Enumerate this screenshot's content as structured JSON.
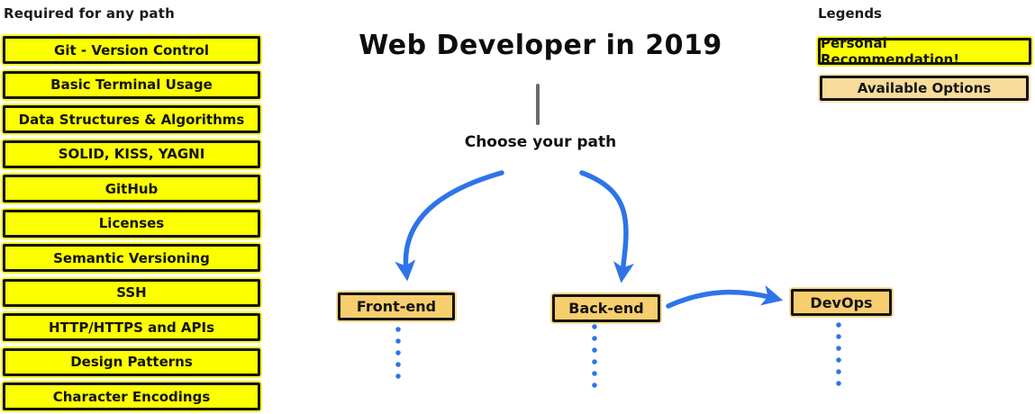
{
  "page": {
    "title": "Web Developer in 2019",
    "choose_prompt": "Choose your path"
  },
  "required_section": {
    "heading": "Required for any path",
    "items": [
      "Git - Version Control",
      "Basic Terminal Usage",
      "Data Structures & Algorithms",
      "SOLID, KISS, YAGNI",
      "GitHub",
      "Licenses",
      "Semantic Versioning",
      "SSH",
      "HTTP/HTTPS and APIs",
      "Design Patterns",
      "Character Encodings"
    ]
  },
  "paths": {
    "nodes": [
      {
        "label": "Front-end"
      },
      {
        "label": "Back-end"
      },
      {
        "label": "DevOps"
      }
    ]
  },
  "legends": {
    "heading": "Legends",
    "items": [
      {
        "label": "Personal Recommendation!",
        "color": "#FCFF00"
      },
      {
        "label": "Available Options",
        "color": "#F8DC9A"
      }
    ]
  },
  "colors": {
    "recommendation_yellow": "#FCFF00",
    "option_tan": "#F7CE6D",
    "legend_option_tan": "#F8DC9A",
    "arrow_blue": "#2E74E8",
    "connector_gray": "#6B6B6B",
    "border_black": "#141414"
  }
}
